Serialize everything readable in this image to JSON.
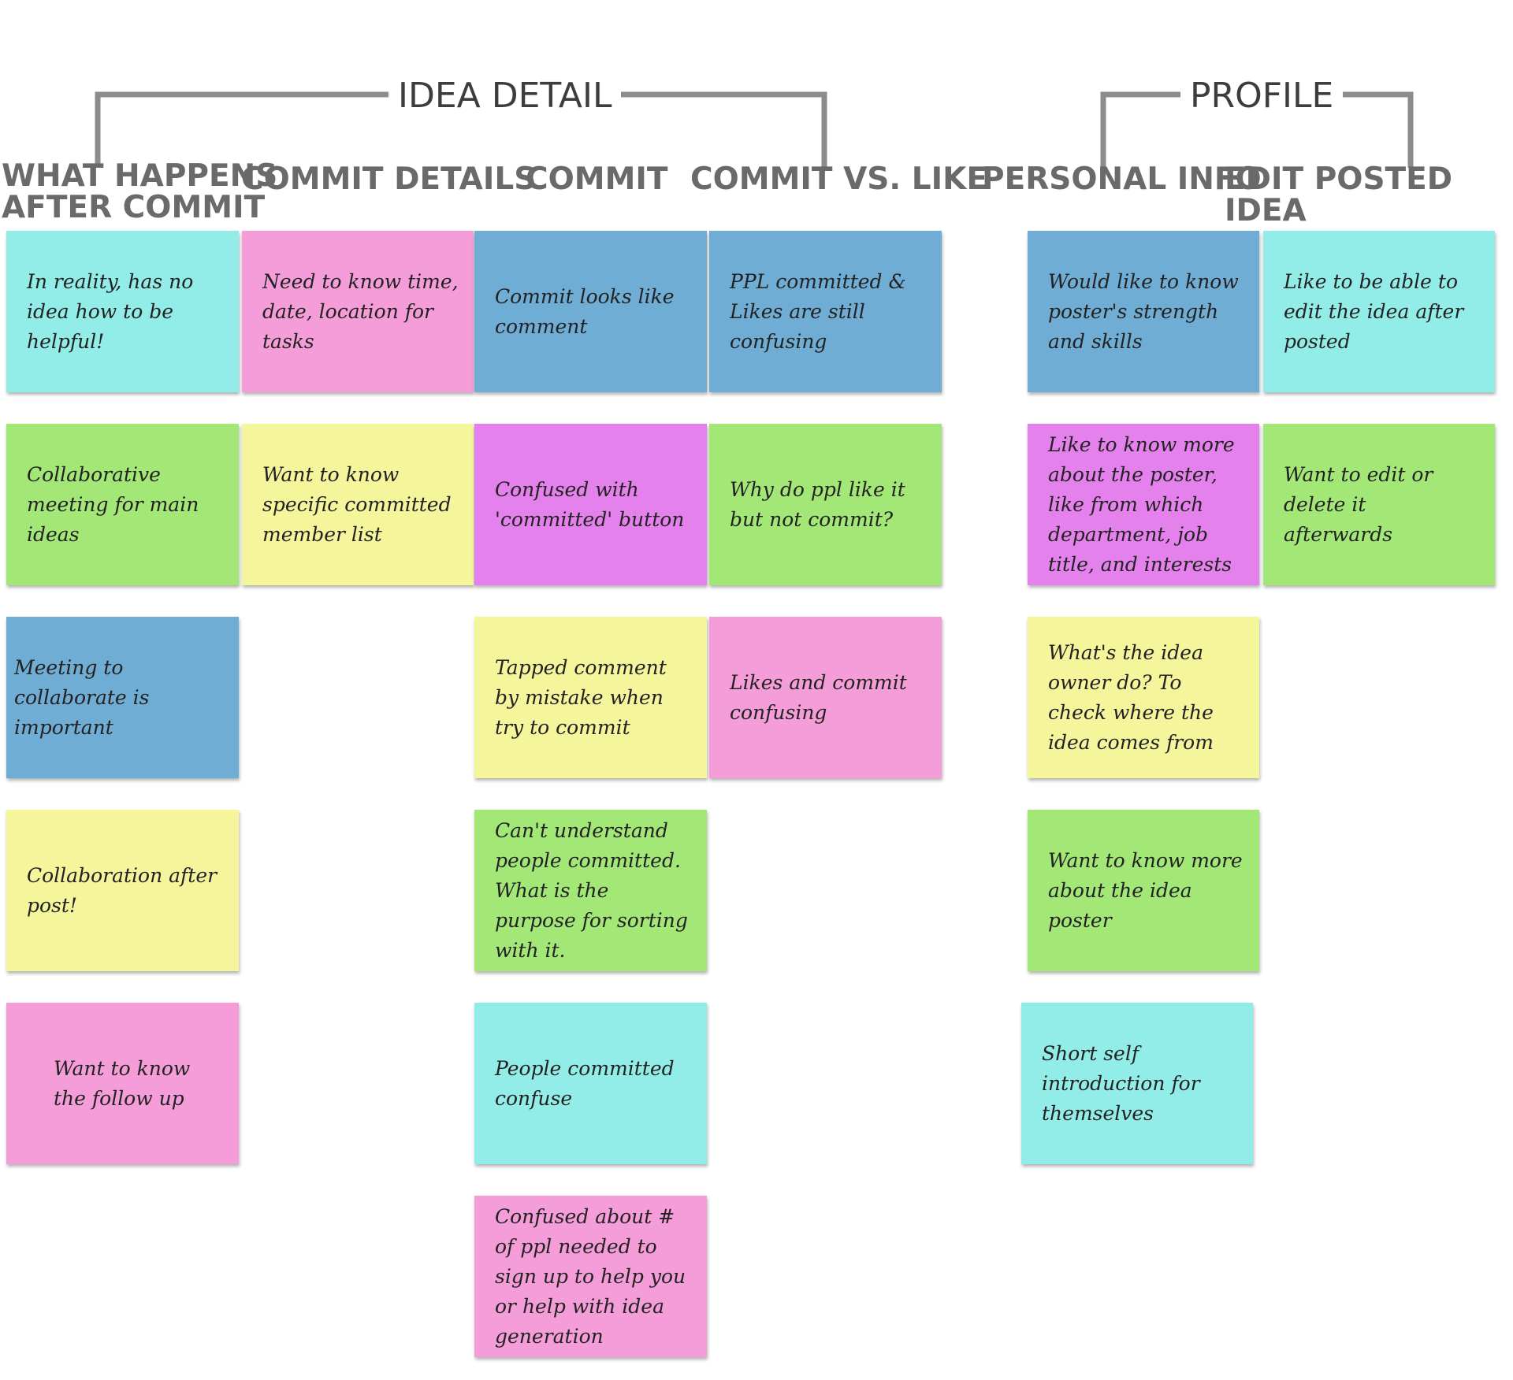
{
  "colors": {
    "cyan": "#92ece8",
    "pink": "#f59dd9",
    "blue": "#6fadd4",
    "green": "#a3e877",
    "yellow": "#f5f59c",
    "magenta": "#e581ec",
    "bracket": "#8c8c8c",
    "group_title": "#3d3d3d",
    "column_title": "#6a6a6a"
  },
  "groups": {
    "idea_detail": "IDEA DETAIL",
    "profile": "PROFILE"
  },
  "columns": [
    {
      "title": "WHAT HAPPENS\nAFTER COMMIT"
    },
    {
      "title": "COMMIT DETAILS"
    },
    {
      "title": "COMMIT"
    },
    {
      "title": "COMMIT VS. LIKE"
    },
    {
      "title": "PERSONAL INFO"
    },
    {
      "title": "EDIT POSTED IDEA"
    }
  ],
  "notes": [
    {
      "text": "In reality, has no idea how to be helpful!",
      "color": "cyan"
    },
    {
      "text": "Collaborative meeting for main ideas",
      "color": "green"
    },
    {
      "text": "Meeting to collaborate is important",
      "color": "blue"
    },
    {
      "text": "Collaboration after post!",
      "color": "yellow"
    },
    {
      "text": "Want to know the follow up",
      "color": "pink"
    },
    {
      "text": "Need to know time, date, location for tasks",
      "color": "pink"
    },
    {
      "text": "Want to know specific committed member list",
      "color": "yellow"
    },
    {
      "text": "Commit looks like comment",
      "color": "blue"
    },
    {
      "text": "Confused with 'committed' button",
      "color": "magenta"
    },
    {
      "text": "Tapped comment by mistake when try to commit",
      "color": "yellow"
    },
    {
      "text": "Can't understand people committed. What is the purpose for sorting with it.",
      "color": "green"
    },
    {
      "text": "People committed confuse",
      "color": "cyan"
    },
    {
      "text": "Confused about # of ppl needed to sign up to help you or help with idea generation",
      "color": "pink"
    },
    {
      "text": "PPL committed & Likes are still confusing",
      "color": "blue"
    },
    {
      "text": "Why do ppl like it but not commit?",
      "color": "green"
    },
    {
      "text": "Likes and commit confusing",
      "color": "pink"
    },
    {
      "text": "Would like to know poster's strength and skills",
      "color": "blue"
    },
    {
      "text": "Like to know more about the poster, like from which department, job title, and interests",
      "color": "magenta"
    },
    {
      "text": "What's the idea owner do? To check where the idea comes from",
      "color": "yellow"
    },
    {
      "text": "Want to know more about the idea poster",
      "color": "green"
    },
    {
      "text": "Short self introduction for themselves",
      "color": "cyan"
    },
    {
      "text": "Like to be able to edit the idea after posted",
      "color": "cyan"
    },
    {
      "text": "Want to edit or delete it afterwards",
      "color": "green"
    }
  ]
}
